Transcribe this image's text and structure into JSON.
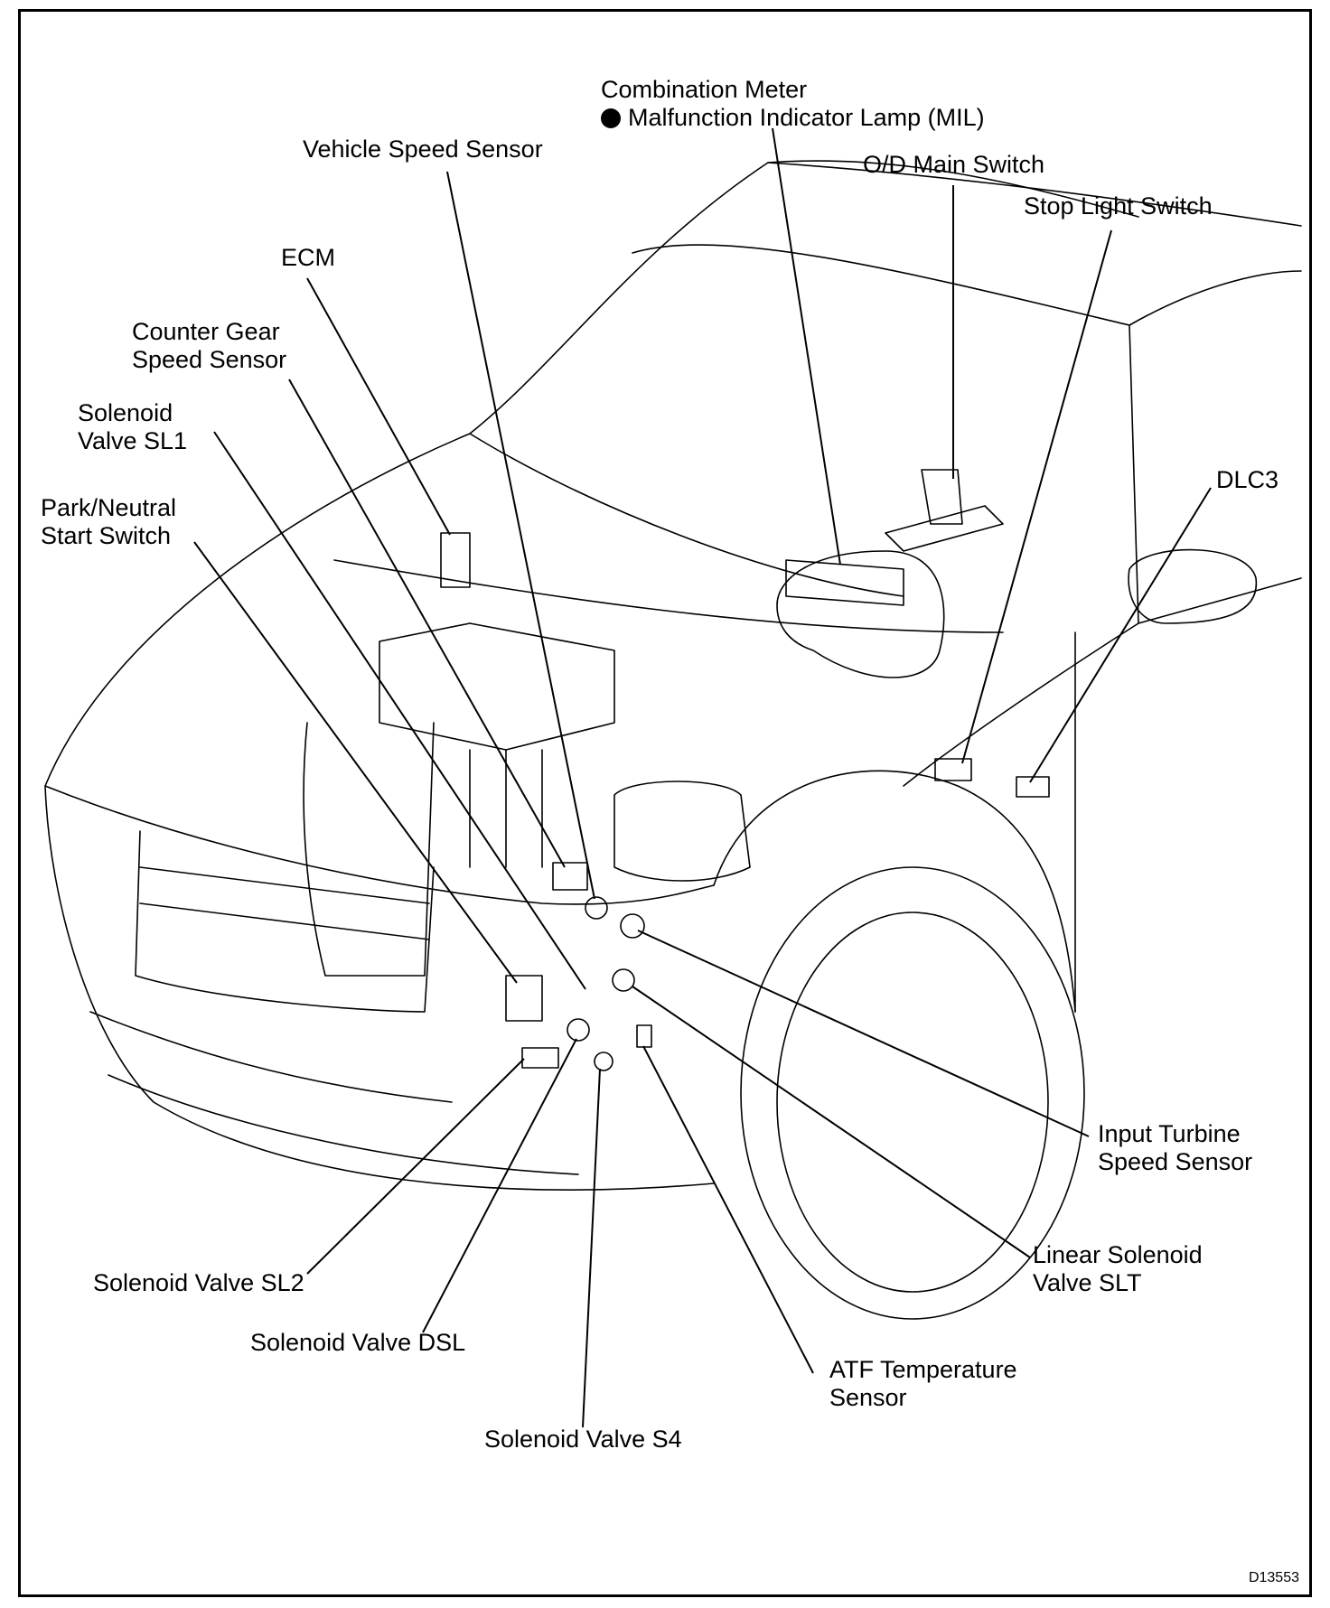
{
  "labels": {
    "combination_meter": {
      "line1": "Combination Meter",
      "line2": "Malfunction Indicator Lamp (MIL)"
    },
    "vehicle_speed_sensor": "Vehicle Speed Sensor",
    "od_main_switch": "O/D Main Switch",
    "stop_light_switch": "Stop Light Switch",
    "ecm": "ECM",
    "counter_gear_speed_sensor": {
      "line1": "Counter Gear",
      "line2": "Speed Sensor"
    },
    "solenoid_valve_sl1": {
      "line1": "Solenoid",
      "line2": "Valve SL1"
    },
    "dlc3": "DLC3",
    "park_neutral_start_switch": {
      "line1": "Park/Neutral",
      "line2": "Start Switch"
    },
    "input_turbine_speed_sensor": {
      "line1": "Input Turbine",
      "line2": "Speed Sensor"
    },
    "linear_solenoid_valve_slt": {
      "line1": "Linear Solenoid",
      "line2": "Valve SLT"
    },
    "solenoid_valve_sl2": "Solenoid Valve SL2",
    "solenoid_valve_dsl": "Solenoid Valve DSL",
    "atf_temperature_sensor": {
      "line1": "ATF Temperature",
      "line2": "Sensor"
    },
    "solenoid_valve_s4": "Solenoid Valve S4"
  },
  "figure_code": "D13553"
}
